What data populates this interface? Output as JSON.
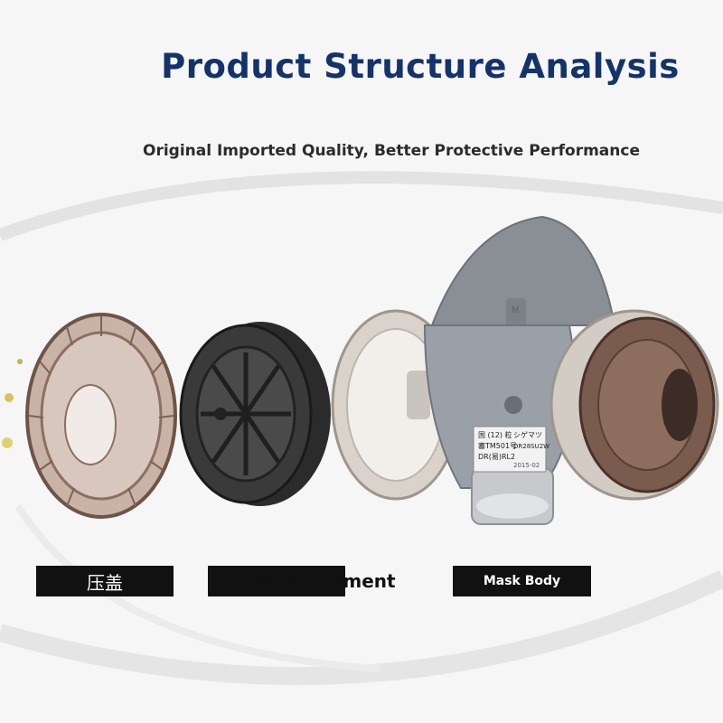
{
  "header": {
    "title": "Product Structure Analysis",
    "subtitle": "Original Imported Quality, Better Protective Performance"
  },
  "labels": {
    "cover": "压盖",
    "filter": "Filter Element",
    "body": "Mask Body"
  },
  "mask_markings": {
    "line1": "国 (12) 粒",
    "line2": "審TM501号",
    "line3": "DR(易)RL2",
    "brand": "シゲマツ",
    "model": "DR28SU2W",
    "date": "2015-02",
    "size": "M"
  },
  "colors": {
    "title": "#14336b",
    "label_bg": "#111111",
    "mask_gray": "#8c8f93",
    "filter_brown": "#6b4a3c"
  }
}
